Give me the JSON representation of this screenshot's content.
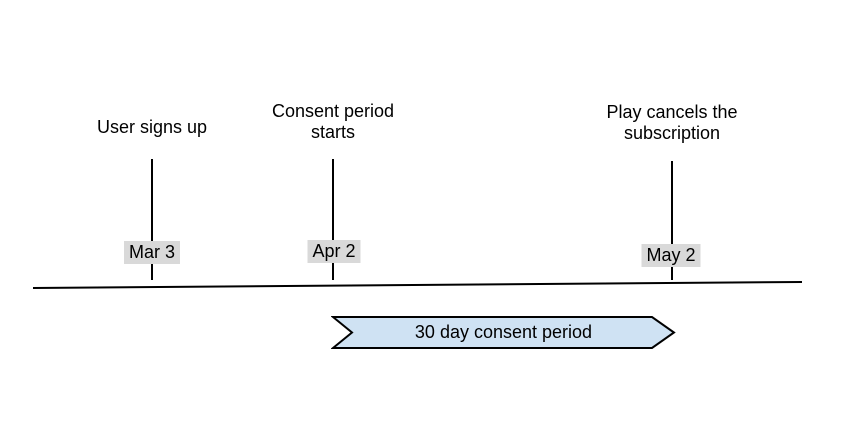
{
  "colors": {
    "background": "#ffffff",
    "text": "#000000",
    "line": "#000000",
    "date_label_bg": "#d9d9d9",
    "banner_fill": "#cfe2f3",
    "banner_border": "#000000"
  },
  "timeline": {
    "events": [
      {
        "title": "User signs up",
        "date": "Mar 3"
      },
      {
        "title": "Consent period starts",
        "date": "Apr 2"
      },
      {
        "title": "Play cancels the subscription",
        "date": "May 2"
      }
    ],
    "banner": {
      "label": "30 day consent period"
    }
  }
}
